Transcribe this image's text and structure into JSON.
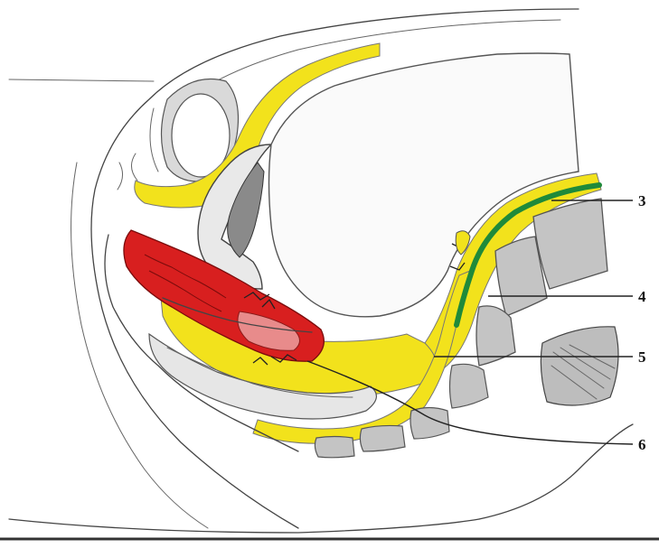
{
  "labels": {
    "l3": "3",
    "l4": "4",
    "l5": "5",
    "l6": "6"
  },
  "colors": {
    "fat_yellow": "#f2e21c",
    "rectum_red": "#d81f1f",
    "lumen_pink": "#e88b8b",
    "peritoneum_green": "#1f8a3a",
    "bone_gray": "#b8b8b8",
    "lumen_gray": "#8a8a8a"
  }
}
